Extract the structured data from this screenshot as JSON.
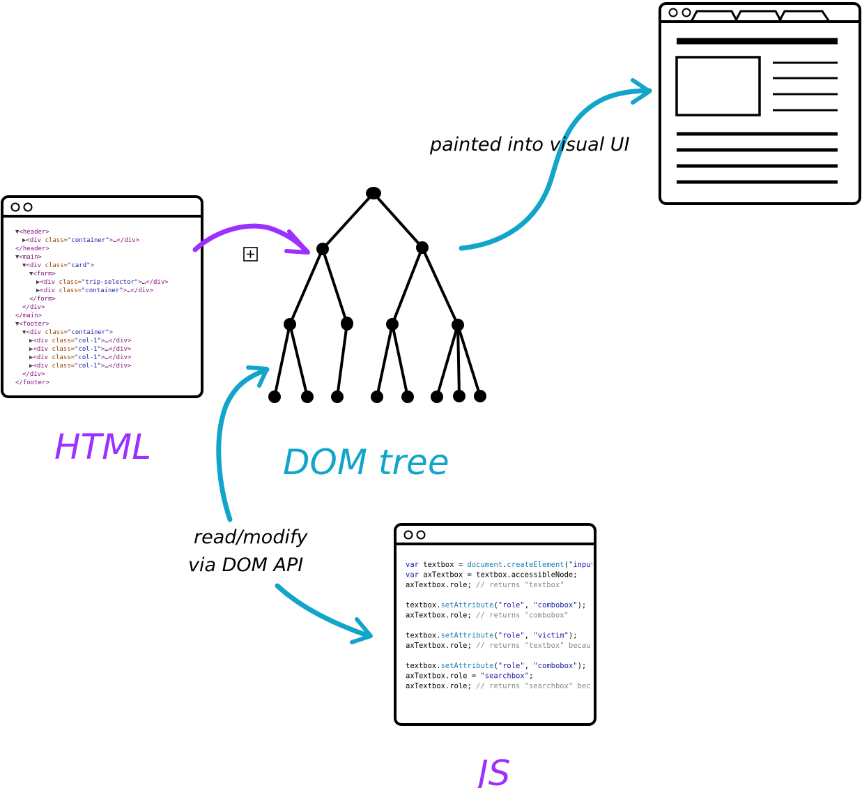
{
  "labels": {
    "html": "HTML",
    "dom_tree": "DOM tree",
    "js": "JS",
    "painted": "painted into visual UI",
    "read_modify_1": "read/modify",
    "read_modify_2": "via DOM API"
  },
  "colors": {
    "html": "#9b30ff",
    "dom": "#12a5c9",
    "js": "#9b30ff",
    "ink": "#000000",
    "arrow_purple": "#9b30ff",
    "arrow_blue": "#12a5c9"
  },
  "html_panel": {
    "code_lines": [
      {
        "text": "▼<header>"
      },
      {
        "text": "▶<div class=\"container\">…</div>"
      },
      {
        "text": "</header>"
      },
      {
        "text": "▼<main>"
      },
      {
        "text": "▼<div class=\"card\">"
      },
      {
        "text": "▼<form>"
      },
      {
        "text": "▶<div class=\"trip-selector\">…</div>"
      },
      {
        "text": "▶<div class=\"container\">…</div>"
      },
      {
        "text": "</form>"
      },
      {
        "text": "</div>"
      },
      {
        "text": "</main>"
      },
      {
        "text": "▼<footer>"
      },
      {
        "text": "▼<div class=\"container\">"
      },
      {
        "text": "▶<div class=\"col-1\">…</div>"
      },
      {
        "text": "▶<div class=\"col-1\">…</div>"
      },
      {
        "text": "▶<div class=\"col-1\">…</div>"
      },
      {
        "text": "▶<div class=\"col-1\">…</div>"
      },
      {
        "text": "</div>"
      },
      {
        "text": "</footer>"
      }
    ]
  },
  "js_panel": {
    "code_lines": [
      "var textbox = document.createElement(\"input",
      "var axTextbox = textbox.accessibleNode;",
      "axTextbox.role;  // returns \"textbox\"",
      "",
      "textbox.setAttribute(\"role\", \"combobox\");",
      "axTextbox.role;  // returns \"combobox\"",
      "",
      "textbox.setAttribute(\"role\", \"victim\");",
      "axTextbox.role;  // returns \"textbox\" becau",
      "",
      "textbox.setAttribute(\"role\", \"combobox\");",
      "axTextbox.role = \"searchbox\";",
      "axTextbox.role;  // returns \"searchbox\" bec"
    ]
  },
  "icons": {
    "expand": "plus-box-icon"
  }
}
